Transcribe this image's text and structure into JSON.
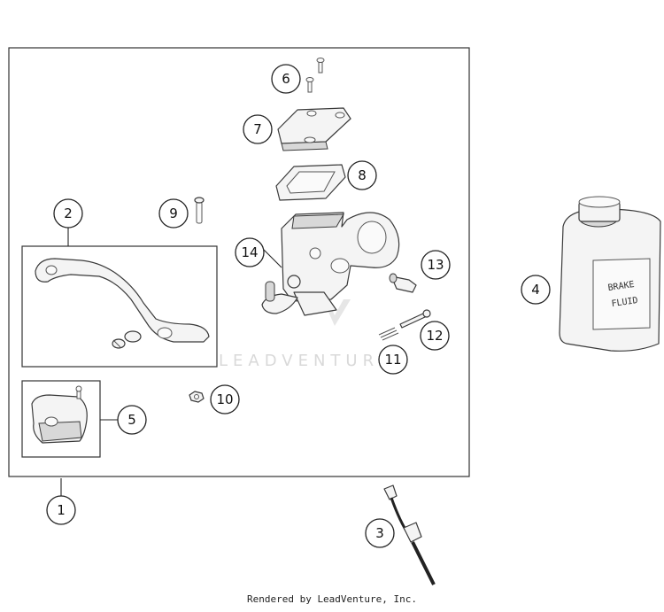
{
  "callouts": [
    "1",
    "2",
    "3",
    "4",
    "5",
    "6",
    "7",
    "8",
    "9",
    "10",
    "11",
    "12",
    "13",
    "14"
  ],
  "watermark": "LEADVENTURE",
  "reservoir_label": {
    "line1": "BRAKE",
    "line2": "FLUID"
  },
  "footer": "Rendered by LeadVenture, Inc."
}
